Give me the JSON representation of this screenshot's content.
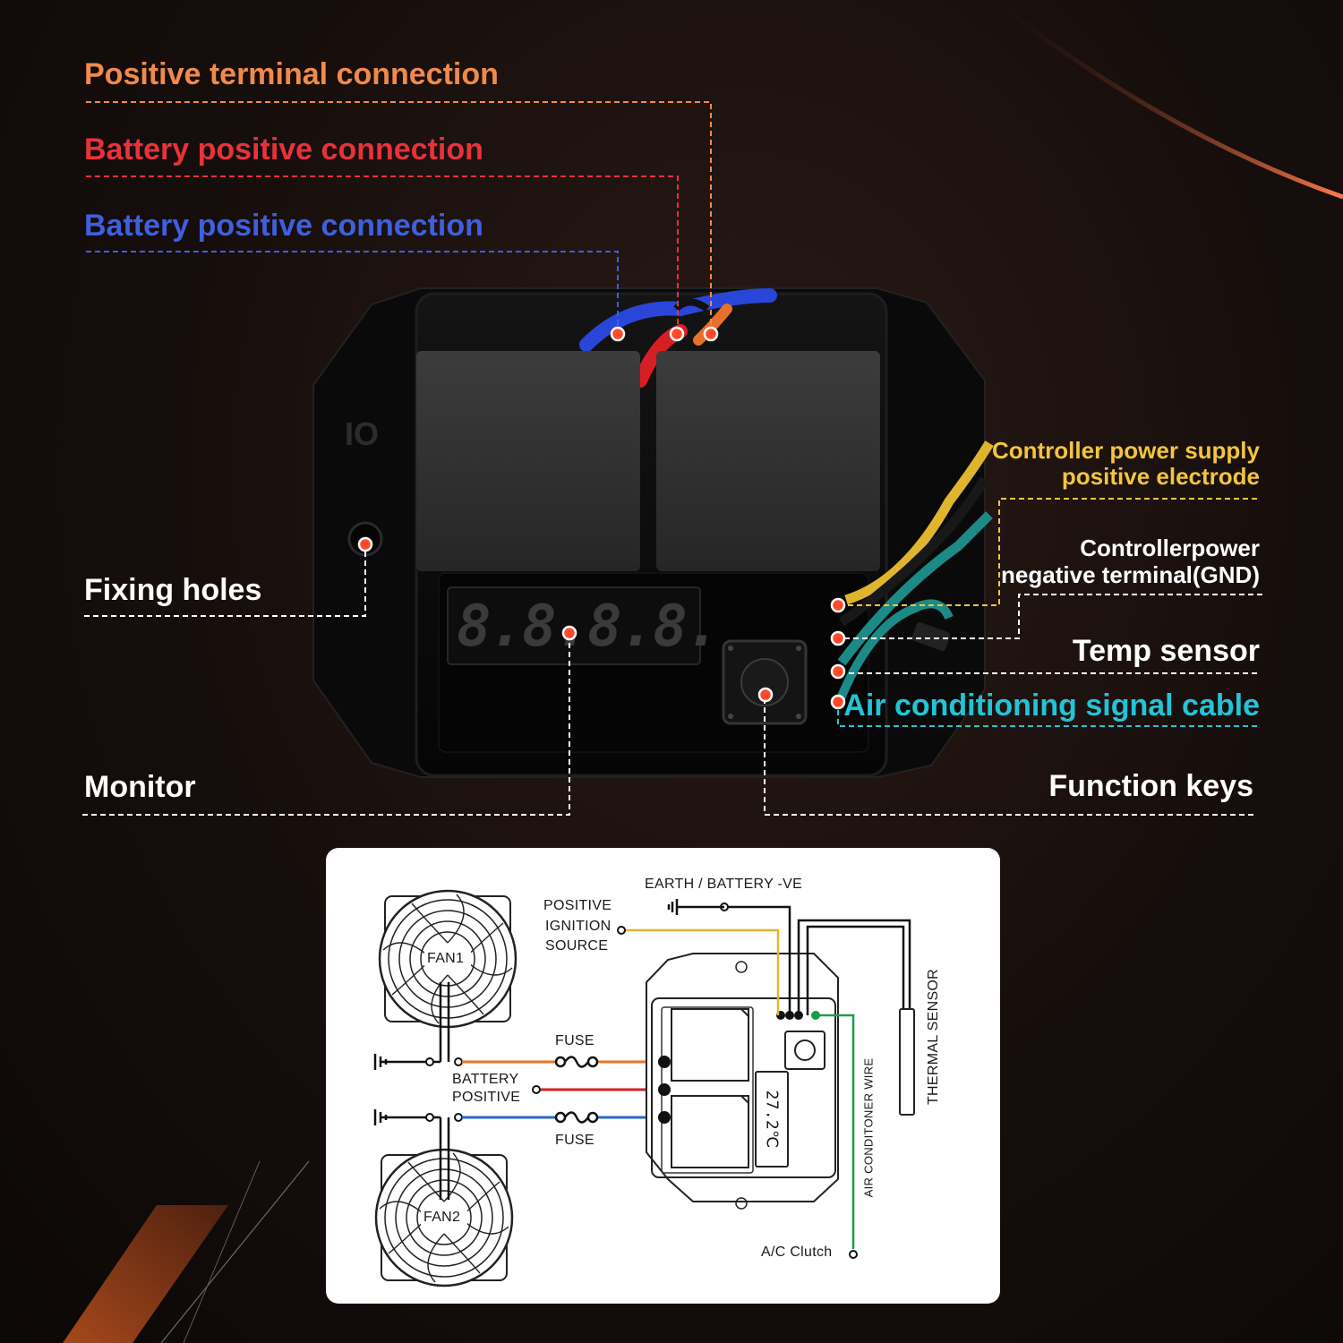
{
  "callouts": {
    "positive_terminal": "Positive terminal connection",
    "battery_positive_red": "Battery positive connection",
    "battery_positive_blue": "Battery positive connection",
    "fixing_holes": "Fixing holes",
    "monitor": "Monitor",
    "controller_supply_line1": "Controller power supply",
    "controller_supply_line2": "positive electrode",
    "controller_gnd_line1": "Controllerpower",
    "controller_gnd_line2": "negative terminal(GND)",
    "temp_sensor": "Temp sensor",
    "ac_signal": "Air conditioning signal cable",
    "function_keys": "Function keys"
  },
  "colors": {
    "orange": "#f08a4b",
    "red": "#e8323a",
    "blue": "#3f5fe0",
    "yellow": "#f2c53d",
    "cyan": "#22c4d6",
    "white": "#ffffff",
    "marker": "#ff4a2a"
  },
  "display": {
    "digits": "8.8.8.8."
  },
  "wiring_diagram": {
    "earth_battery_ve": "EARTH / BATTERY -VE",
    "positive_line1": "POSITIVE",
    "positive_line2": "IGNITION",
    "positive_line3": "SOURCE",
    "fan1": "FAN1",
    "fan2": "FAN2",
    "fuse_top": "FUSE",
    "fuse_bottom": "FUSE",
    "battery_line1": "BATTERY",
    "battery_line2": "POSITIVE",
    "ac_wire": "AIR CONDITONER WIRE",
    "thermal_sensor": "THERMAL SENSOR",
    "ac_clutch": "A/C Clutch",
    "display_reading": "27.2℃"
  }
}
